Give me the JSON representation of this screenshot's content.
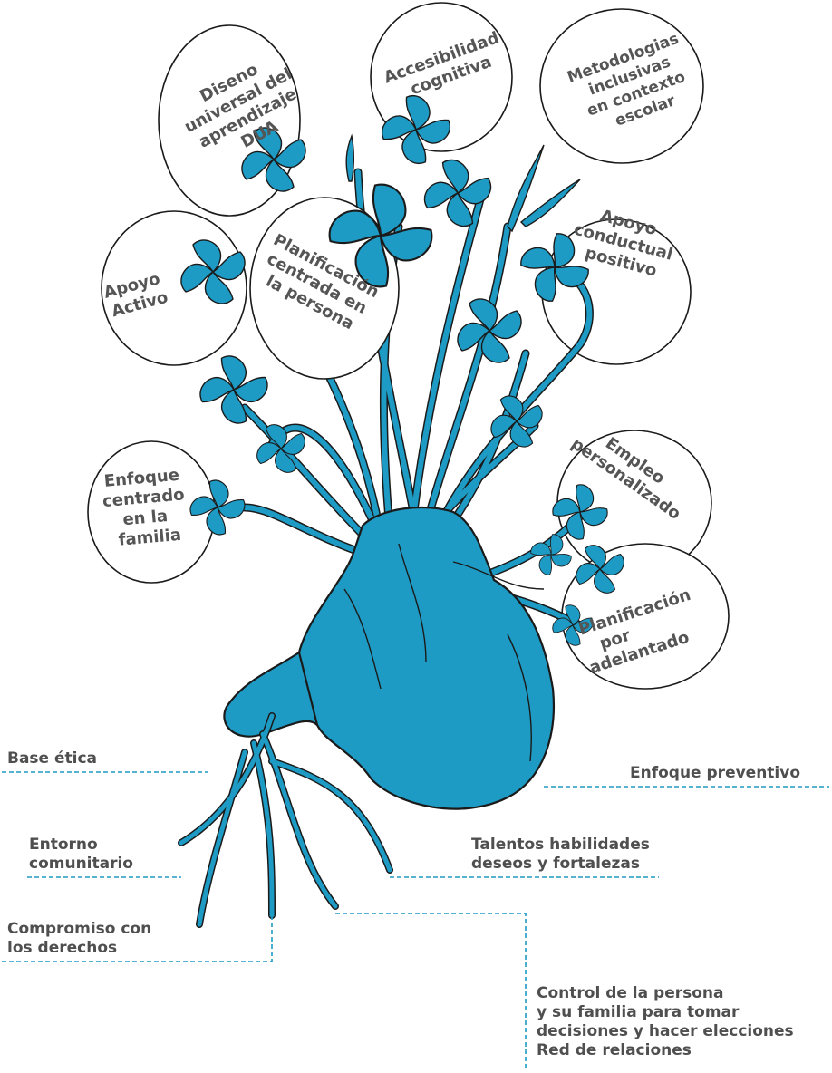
{
  "colors": {
    "accent": "#1e9bc4",
    "ink": "#1a1a1a",
    "label": "#555555",
    "line": "#1e9bc4"
  },
  "bubbles": [
    {
      "id": "dua",
      "lines": [
        "Diseno",
        "universal del",
        "aprendizaje",
        "DUA"
      ]
    },
    {
      "id": "accesibilidad",
      "lines": [
        "Accesibilidad",
        "cognitiva"
      ]
    },
    {
      "id": "metodologias",
      "lines": [
        "Metodologias",
        "inclusivas",
        "en contexto",
        "escolar"
      ]
    },
    {
      "id": "apoyo-activo",
      "lines": [
        "Apoyo",
        "Activo"
      ]
    },
    {
      "id": "pcp",
      "lines": [
        "Planificación",
        "centrada en",
        "la persona"
      ]
    },
    {
      "id": "apoyo-conductual",
      "lines": [
        "Apoyo",
        "conductual",
        "positivo"
      ]
    },
    {
      "id": "enfoque-familia",
      "lines": [
        "Enfoque",
        "centrado",
        "en la",
        "familia"
      ]
    },
    {
      "id": "empleo",
      "lines": [
        "Empleo",
        "personalizado"
      ]
    },
    {
      "id": "planificacion-adelantado",
      "lines": [
        "Planificación",
        "por",
        "adelantado"
      ]
    }
  ],
  "roots": {
    "base_etica": "Base ética",
    "enfoque_preventivo": "Enfoque preventivo",
    "entorno": [
      "Entorno",
      "comunitario"
    ],
    "talentos": [
      "Talentos  habilidades",
      "deseos y fortalezas"
    ],
    "compromiso": [
      "Compromiso con",
      "los derechos"
    ],
    "control": [
      "Control de la persona",
      "y su familia para tomar",
      "decisiones y hacer elecciones",
      "Red de relaciones"
    ]
  }
}
